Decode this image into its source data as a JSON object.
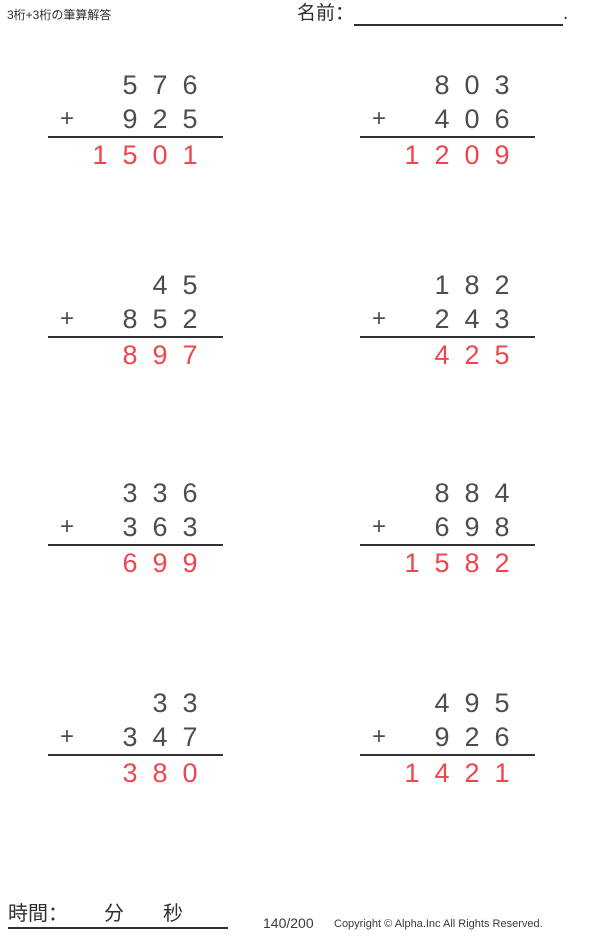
{
  "header": {
    "title": "3桁+3桁の筆算解答",
    "name_label": "名前：",
    "name_suffix": "."
  },
  "problems": [
    {
      "operator": "+",
      "addend1": "576",
      "addend2": "925",
      "answer": "1501"
    },
    {
      "operator": "+",
      "addend1": "803",
      "addend2": "406",
      "answer": "1209"
    },
    {
      "operator": "+",
      "addend1": "45",
      "addend2": "852",
      "answer": "897"
    },
    {
      "operator": "+",
      "addend1": "182",
      "addend2": "243",
      "answer": "425"
    },
    {
      "operator": "+",
      "addend1": "336",
      "addend2": "363",
      "answer": "699"
    },
    {
      "operator": "+",
      "addend1": "884",
      "addend2": "698",
      "answer": "1582"
    },
    {
      "operator": "+",
      "addend1": "33",
      "addend2": "347",
      "answer": "380"
    },
    {
      "operator": "+",
      "addend1": "495",
      "addend2": "926",
      "answer": "1421"
    }
  ],
  "footer": {
    "time_label": "時間：",
    "minutes_label": "分",
    "seconds_label": "秒",
    "page_number": "140/200",
    "copyright": "Copyright © Alpha.Inc All Rights Reserved."
  },
  "colors": {
    "addend_digits": "#4d4d4f",
    "answer_digits": "#ed464e",
    "rule_line": "#303032",
    "header_text": "#2f2f2f"
  }
}
